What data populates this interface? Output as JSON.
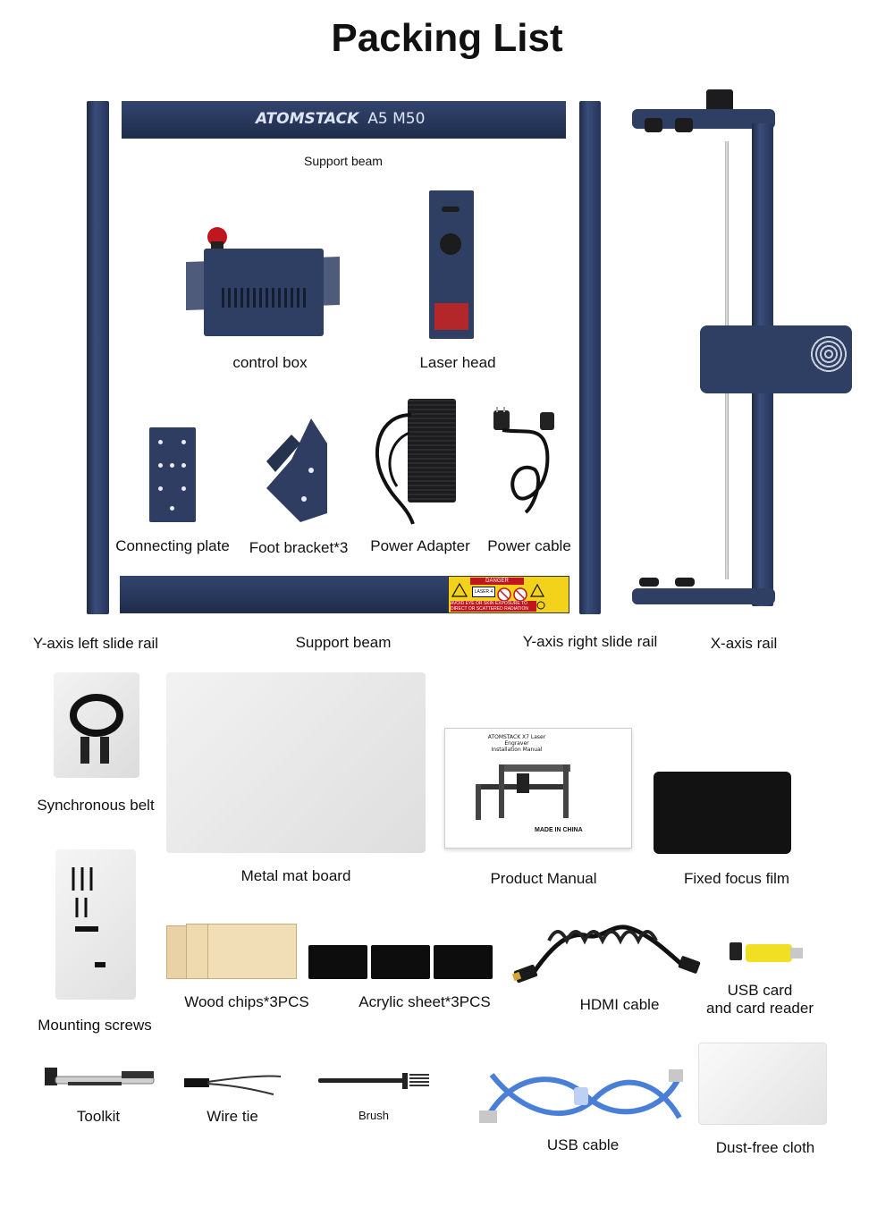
{
  "title": "Packing List",
  "brand": {
    "name": "ATOMSTACK",
    "model": "A5 M50"
  },
  "labels": {
    "support_beam_top": "Support beam",
    "control_box": "control box",
    "laser_head": "Laser head",
    "connecting_plate": "Connecting plate",
    "foot_bracket": "Foot bracket*3",
    "power_adapter": "Power Adapter",
    "power_cable": "Power cable",
    "y_left_rail": "Y-axis left slide rail",
    "support_beam_bottom": "Support beam",
    "y_right_rail": "Y-axis right slide rail",
    "x_rail": "X-axis rail",
    "sync_belt": "Synchronous belt",
    "metal_mat": "Metal mat board",
    "manual": "Product Manual",
    "focus_film": "Fixed focus film",
    "mounting_screws": "Mounting screws",
    "wood_chips": "Wood chips*3PCS",
    "acrylic": "Acrylic sheet*3PCS",
    "hdmi": "HDMI cable",
    "usb_card_line1": "USB card",
    "usb_card_line2": "and card reader",
    "toolkit": "Toolkit",
    "wire_tie": "Wire tie",
    "brush": "Brush",
    "usb_cable": "USB cable",
    "dust_cloth": "Dust-free cloth"
  },
  "manual_cover": {
    "title_line1": "ATOMSTACK X7 Laser",
    "title_line2": "Engraver",
    "title_line3": "Installation Manual",
    "footer": "MADE IN CHINA"
  },
  "warning_label": {
    "danger": "DANGER",
    "laser_class": "LASER 4",
    "text_line1": "AVOID EYE OR SKIN EXPOSURE TO",
    "text_line2": "DIRECT OR SCATTERED RADIATION"
  },
  "colors": {
    "frame_navy": "#2f3e63",
    "warning_yellow": "#f2d21b",
    "estop_red": "#c0161e",
    "usb_blue": "#4a7fd8"
  }
}
